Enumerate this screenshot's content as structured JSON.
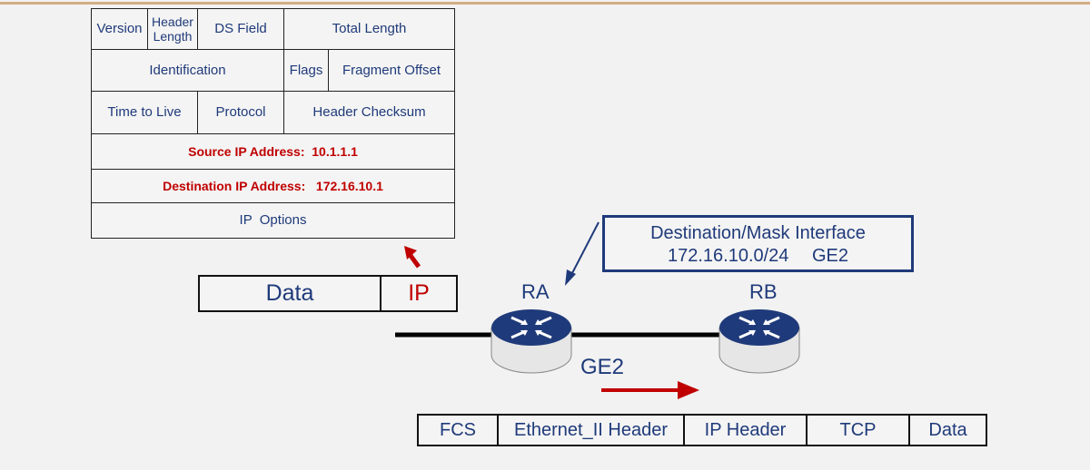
{
  "ip_header": {
    "row1": [
      "Version",
      "Header Length",
      "DS Field",
      "Total Length"
    ],
    "row2": [
      "Identification",
      "Flags",
      "Fragment Offset"
    ],
    "row3": [
      "Time to Live",
      "Protocol",
      "Header Checksum"
    ],
    "source": "Source IP Address:  10.1.1.1",
    "destination": "Destination IP Address:   172.16.10.1",
    "options": "IP  Options"
  },
  "packet": {
    "data": "Data",
    "ip": "IP"
  },
  "routing_table": {
    "heading": "Destination/Mask Interface",
    "entry": "172.16.10.0/24 GE2"
  },
  "routers": {
    "ra": "RA",
    "rb": "RB"
  },
  "interface_label": "GE2",
  "frame": [
    "FCS",
    "Ethernet_II Header",
    "IP Header",
    "TCP",
    "Data"
  ],
  "colors": {
    "text": "#1f3a7a",
    "highlight": "#c00000",
    "router": "#1f3a7a"
  }
}
